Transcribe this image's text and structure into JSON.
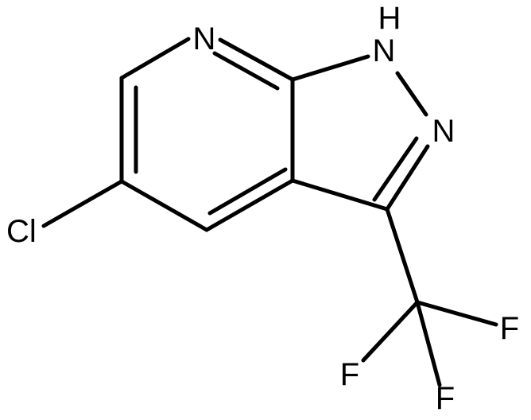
{
  "molecule": {
    "atoms": {
      "n_pyridine": "N",
      "nh_label": "N",
      "h_label": "H",
      "n_pyrazole": "N",
      "cl": "Cl",
      "f_right": "F",
      "f_left": "F",
      "f_bottom": "F"
    }
  },
  "colors": {
    "bond": "#000000",
    "label": "#000000",
    "background": "#ffffff"
  }
}
